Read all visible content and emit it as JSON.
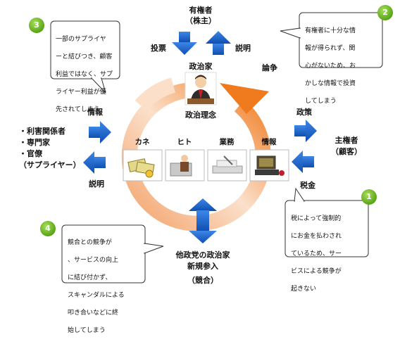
{
  "top_center": {
    "shareholder_title": "有権者",
    "shareholder_sub": "（株主）",
    "vote_label": "投票",
    "explain_label": "説明",
    "politician_label": "政治家",
    "debate_label": "論争",
    "philosophy_label": "政治理念"
  },
  "resources": [
    {
      "label": "カネ",
      "icon": "money-icon"
    },
    {
      "label": "ヒト",
      "icon": "worker-icon"
    },
    {
      "label": "業務",
      "icon": "paperwork-icon"
    },
    {
      "label": "情報",
      "icon": "computer-icon"
    }
  ],
  "left": {
    "info_label": "情報",
    "explain_label": "説明",
    "stakeholders": [
      "・利害関係者",
      "・専門家",
      "・官僚",
      "（サプライヤー）"
    ]
  },
  "right": {
    "policy_label": "政策",
    "tax_label": "税金",
    "sovereign_title": "主権者",
    "sovereign_sub": "（顧客）"
  },
  "bottom": {
    "line1": "他政党の政治家",
    "line2": "新規参入",
    "line3": "（競合）"
  },
  "bubbles": [
    {
      "number": "3",
      "lines": [
        "一部のサプライヤ",
        "ーと結びつき、顧客",
        "利益ではなく、サプ",
        "ライヤー利益が優",
        "先されてしまう"
      ]
    },
    {
      "number": "2",
      "lines": [
        "有権者に十分な情",
        "報が得られず、関",
        "心がないため、お",
        "かしな情報で投資",
        "してしまう"
      ]
    },
    {
      "number": "1",
      "lines": [
        "税によって強制的",
        "にお金を払わされ",
        "ているため、サー",
        "ビスによる競争が",
        "起きない"
      ]
    },
    {
      "number": "4",
      "lines": [
        "競合との競争が",
        "、サービスの向上",
        "に結び付かず、",
        "スキャンダルによる",
        "叩き合いなどに終",
        "始してしまう"
      ]
    }
  ],
  "colors": {
    "arrow_blue": "#1560c8",
    "badge_green": "#6cbf1e",
    "cycle_orange": "#f07a1e"
  }
}
